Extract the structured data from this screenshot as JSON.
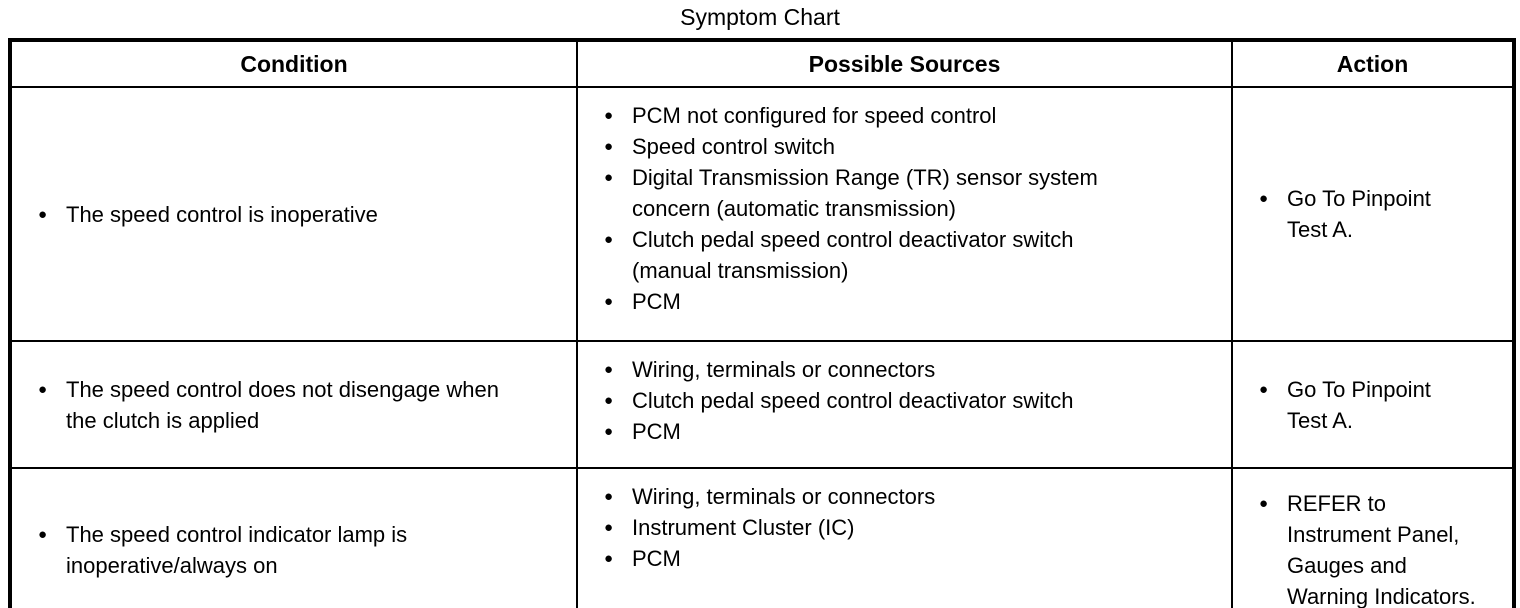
{
  "title": "Symptom Chart",
  "colors": {
    "background": "#ffffff",
    "text": "#000000",
    "border": "#000000"
  },
  "table": {
    "headers": {
      "condition": "Condition",
      "sources": "Possible Sources",
      "action": "Action"
    },
    "rows": [
      {
        "condition": {
          "lines": [
            "The speed control is inoperative"
          ]
        },
        "sources": [
          {
            "lines": [
              "PCM not configured for speed control"
            ]
          },
          {
            "lines": [
              "Speed control switch"
            ]
          },
          {
            "lines": [
              "Digital Transmission Range (TR) sensor system",
              "concern (automatic transmission)"
            ]
          },
          {
            "lines": [
              "Clutch pedal speed control deactivator switch",
              "(manual transmission)"
            ]
          },
          {
            "lines": [
              "PCM"
            ]
          }
        ],
        "action": {
          "lines": [
            "Go To Pinpoint",
            "Test A."
          ]
        }
      },
      {
        "condition": {
          "lines": [
            "The speed control does not disengage when",
            "the clutch is applied"
          ]
        },
        "sources": [
          {
            "lines": [
              "Wiring, terminals or connectors"
            ]
          },
          {
            "lines": [
              "Clutch pedal speed control deactivator switch"
            ]
          },
          {
            "lines": [
              "PCM"
            ]
          }
        ],
        "action": {
          "lines": [
            "Go To Pinpoint",
            "Test A."
          ]
        }
      },
      {
        "condition": {
          "lines": [
            "The speed control indicator lamp is",
            "inoperative/always on"
          ]
        },
        "sources": [
          {
            "lines": [
              "Wiring, terminals or connectors"
            ]
          },
          {
            "lines": [
              "Instrument Cluster (IC)"
            ]
          },
          {
            "lines": [
              "PCM"
            ]
          }
        ],
        "action": {
          "lines": [
            "REFER to",
            "Instrument Panel,",
            "Gauges and",
            "Warning Indicators."
          ]
        }
      }
    ]
  }
}
